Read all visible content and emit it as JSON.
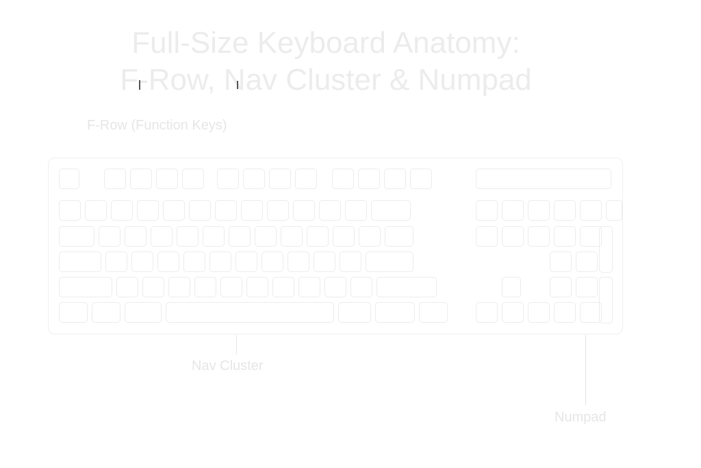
{
  "title": {
    "line1": "Full-Size Keyboard Anatomy:",
    "line2": "F-Row, Nav Cluster & Numpad"
  },
  "labels": {
    "f_row": "F-Row (Function Keys)",
    "nav_cluster": "Nav Cluster",
    "numpad": "Numpad"
  },
  "colors": {
    "text": "#ececec",
    "key_outline": "#ececec",
    "background": "#ffffff"
  }
}
